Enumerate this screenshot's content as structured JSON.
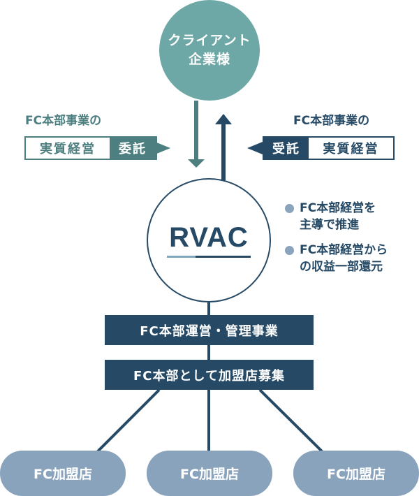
{
  "colors": {
    "teal": "#6ea8a6",
    "teal_dark": "#4e7f80",
    "navy": "#264a66",
    "pill": "#8aa3bc",
    "dot": "#8ba4bd"
  },
  "client": {
    "line1": "クライアント",
    "line2": "企業様"
  },
  "left_flow": {
    "caption": "FC本部事業の",
    "box_label": "実質経営",
    "tag": "委託",
    "direction_icon": "arrow-down"
  },
  "right_flow": {
    "caption": "FC本部事業の",
    "tag": "受託",
    "box_label": "実質経営",
    "direction_icon": "arrow-up"
  },
  "center": {
    "logo_text": "RVAC"
  },
  "bullets": [
    {
      "line1": "FC本部経営を",
      "line2": "主導で推進"
    },
    {
      "line1": "FC本部経営から",
      "line2": "の収益一部還元"
    }
  ],
  "bars": [
    "FC本部運営・管理事業",
    "FC本部として加盟店募集"
  ],
  "franchisees": [
    "FC加盟店",
    "FC加盟店",
    "FC加盟店"
  ]
}
